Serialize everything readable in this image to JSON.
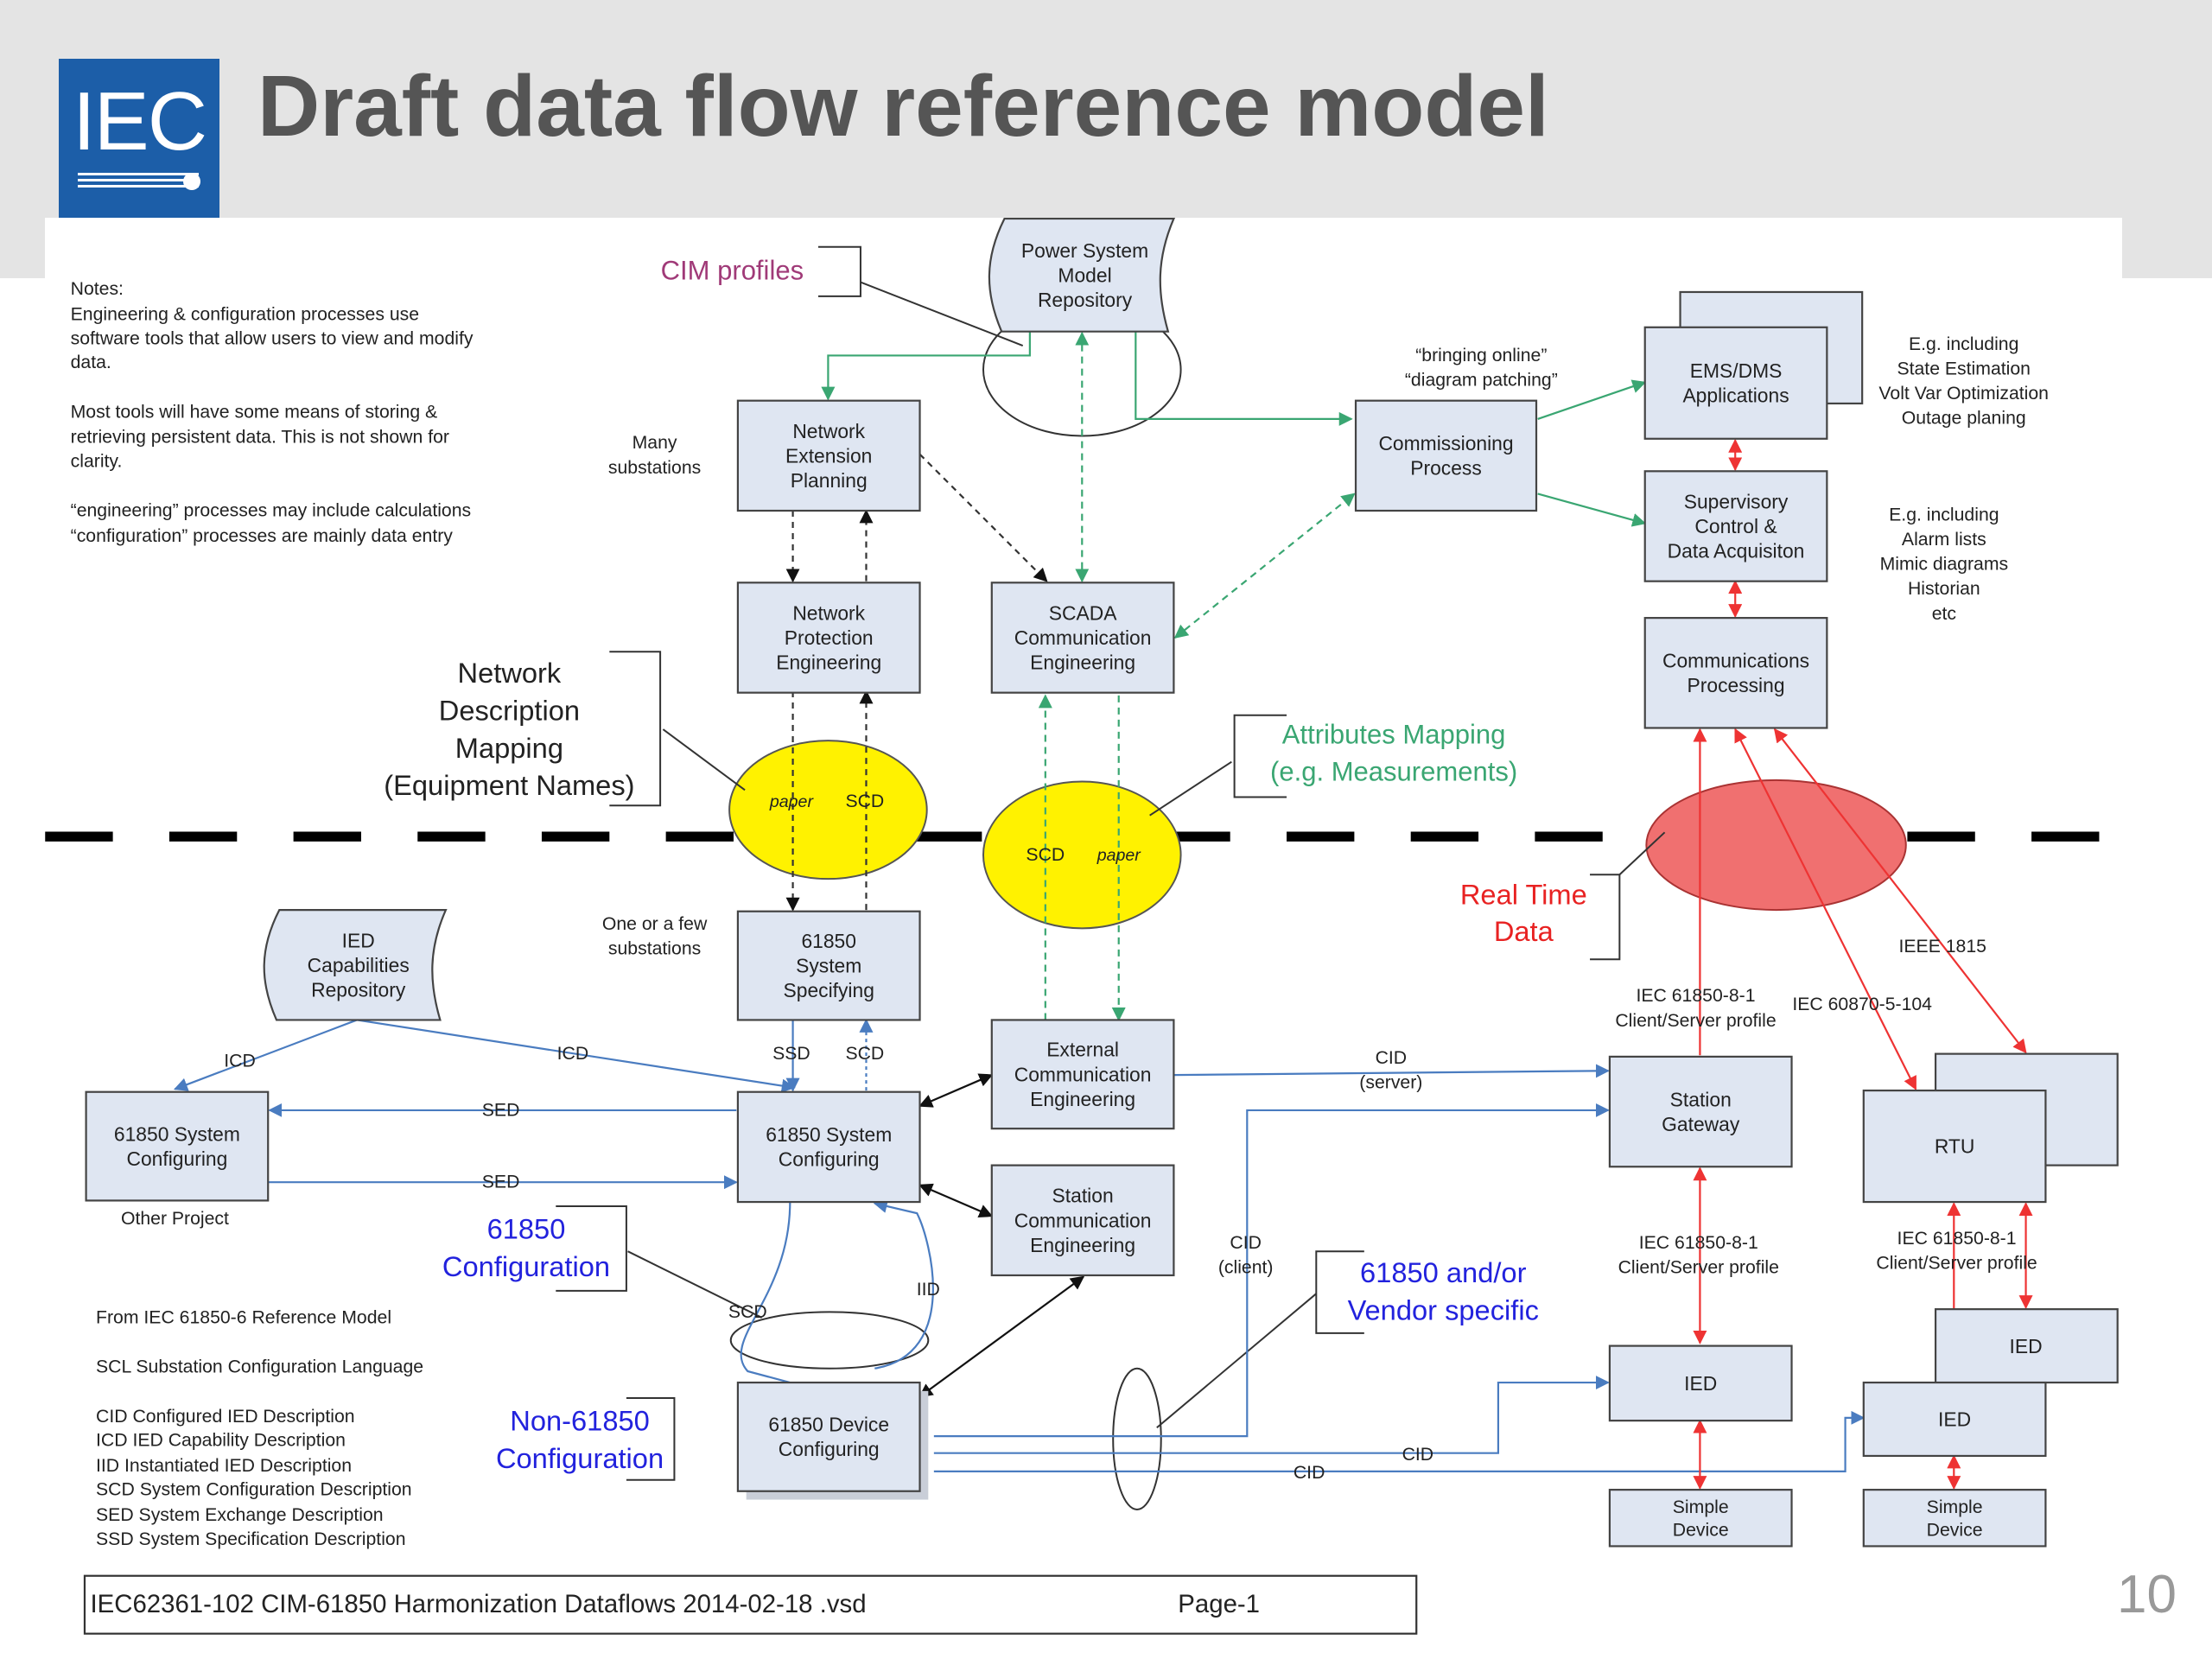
{
  "header": {
    "logo_text": "IEC",
    "title": "Draft data flow reference model"
  },
  "slide_number": "10",
  "notes": [
    "Notes:",
    "Engineering & configuration processes use",
    "software tools that allow users to view and modify",
    "data.",
    "Most tools will have some means of storing &",
    "retrieving persistent data. This is not shown for",
    "clarity.",
    "“engineering” processes may include calculations",
    "“configuration” processes are mainly data entry"
  ],
  "legend_notes": [
    "From IEC 61850-6 Reference Model",
    "SCL Substation Configuration Language",
    "CID Configured IED Description",
    "ICD IED Capability Description",
    "IID Instantiated IED Description",
    "SCD System Configuration Description",
    "SED System Exchange Description",
    "SSD System Specification Description"
  ],
  "repositories": {
    "psm": [
      "Power System",
      "Model",
      "Repository"
    ],
    "ied_cap": [
      "IED",
      "Capabilities",
      "Repository"
    ]
  },
  "boxes": {
    "nep": [
      "Network",
      "Extension",
      "Planning"
    ],
    "npe": [
      "Network",
      "Protection",
      "Engineering"
    ],
    "scada_ce": [
      "SCADA",
      "Communication",
      "Engineering"
    ],
    "commissioning": [
      "Commissioning",
      "Process"
    ],
    "ems": [
      "EMS/DMS",
      "Applications"
    ],
    "scada_acq": [
      "Supervisory",
      "Control &",
      "Data Acquisiton"
    ],
    "comm_proc": [
      "Communications",
      "Processing"
    ],
    "sys_spec": [
      "61850",
      "System",
      "Specifying"
    ],
    "sys_cfg": [
      "61850 System",
      "Configuring"
    ],
    "sys_cfg_other": [
      "61850 System",
      "Configuring"
    ],
    "ext_ce": [
      "External",
      "Communication",
      "Engineering"
    ],
    "station_ce": [
      "Station",
      "Communication",
      "Engineering"
    ],
    "device_cfg": [
      "61850 Device",
      "Configuring"
    ],
    "gateway": [
      "Station",
      "Gateway"
    ],
    "rtu": [
      "RTU"
    ],
    "ied1": [
      "IED"
    ],
    "ied2": [
      "IED"
    ],
    "ied3": [
      "IED"
    ],
    "simple1": [
      "Simple",
      "Device"
    ],
    "simple2": [
      "Simple",
      "Device"
    ]
  },
  "labels": {
    "cim_profiles": "CIM profiles",
    "many_substations": [
      "Many",
      "substations"
    ],
    "one_or_few": [
      "One or a few",
      "substations"
    ],
    "other_project": "Other Project",
    "bringing_online": [
      "“bringing online”",
      "“diagram patching”"
    ],
    "eg_ems": [
      "E.g. including",
      "State Estimation",
      "Volt Var Optimization",
      "Outage planing"
    ],
    "eg_scada": [
      "E.g. including",
      "Alarm lists",
      "Mimic diagrams",
      "Historian",
      "etc"
    ],
    "ndm": [
      "Network",
      "Description",
      "Mapping",
      "(Equipment Names)"
    ],
    "attr_mapping": [
      "Attributes Mapping",
      "(e.g. Measurements)"
    ],
    "real_time": [
      "Real Time",
      "Data"
    ],
    "cfg_61850": [
      "61850",
      "Configuration"
    ],
    "non_61850": [
      "Non-61850",
      "Configuration"
    ],
    "vendor": [
      "61850 and/or",
      "Vendor specific"
    ],
    "paper": "paper",
    "scd": "SCD",
    "ssd": "SSD",
    "icd": "ICD",
    "sed": "SED",
    "iid": "IID",
    "cid": "CID",
    "cid_server": [
      "CID",
      "(server)"
    ],
    "cid_client": [
      "CID",
      "(client)"
    ],
    "ieee1815": "IEEE 1815",
    "iec_8_1": [
      "IEC 61850-8-1",
      "Client/Server profile"
    ],
    "iec_104": "IEC 60870-5-104"
  },
  "footer": {
    "file": "IEC62361-102 CIM-61850 Harmonization Dataflows 2014-02-18 .vsd",
    "page": "Page-1"
  },
  "colors": {
    "box_fill": "#dfe6f2",
    "box_stroke": "#444444",
    "green": "#3aa672",
    "blue": "#4a7cc0",
    "red": "#ee3333",
    "yellow": "#fff200",
    "magenta": "#a03a78",
    "label_blue": "#2222dd",
    "real_time_red": "#e82222",
    "oval_red": "#f07070"
  }
}
